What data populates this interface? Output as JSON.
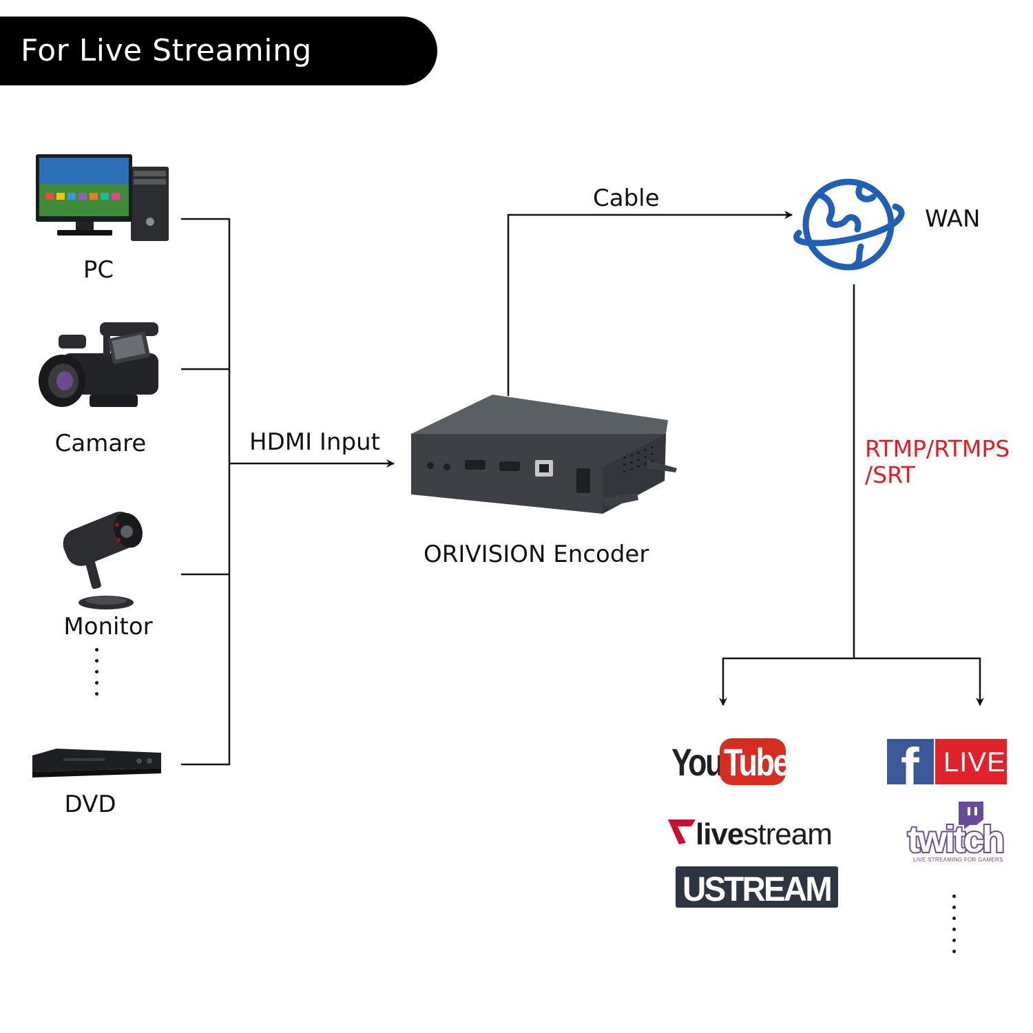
{
  "header": {
    "title": "For Live Streaming"
  },
  "sources": [
    {
      "label": "PC"
    },
    {
      "label": "Camare"
    },
    {
      "label": "Monitor"
    },
    {
      "label": "DVD"
    }
  ],
  "connections": {
    "hdmi_label": "HDMI Input",
    "cable_label": "Cable",
    "protocol_label_line1": "RTMP/RTMPS",
    "protocol_label_line2": "/SRT"
  },
  "encoder": {
    "label": "ORIVISION Encoder"
  },
  "wan": {
    "label": "WAN"
  },
  "platforms": {
    "youtube": {
      "part1": "You",
      "part2": "Tube"
    },
    "facebook": {
      "f": "f",
      "live": "LIVE"
    },
    "livestream": {
      "bold": "live",
      "rest": "stream"
    },
    "ustream": {
      "text": "USTREAM"
    },
    "twitch": {
      "text": "twitch",
      "tagline": "LIVE STREAMING FOR GAMERS"
    }
  },
  "colors": {
    "protocol": "#e8191f",
    "globe": "#1f5fb8",
    "header_bg": "#000000"
  }
}
